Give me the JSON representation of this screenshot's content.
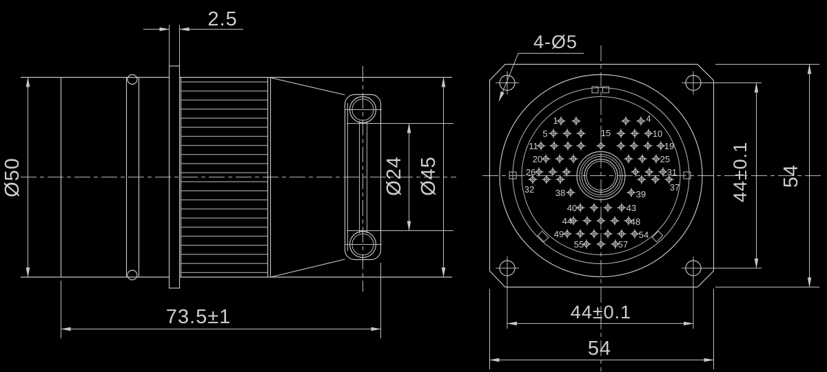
{
  "left_view": {
    "dim_flange_thickness": "2.5",
    "dim_body_diameter": "Ø50",
    "dim_slot_diameter": "Ø24",
    "dim_front_diameter": "Ø45",
    "dim_total_length": "73.5±1"
  },
  "right_view": {
    "dim_mount_holes": "4-Ø5",
    "dim_hole_pitch_h": "44±0.1",
    "dim_width": "54",
    "dim_hole_pitch_v": "44±0.1",
    "dim_height": "54",
    "pin_labels": [
      "1",
      "4",
      "5",
      "10",
      "11",
      "15",
      "19",
      "20",
      "25",
      "26",
      "31",
      "32",
      "37",
      "38",
      "39",
      "40",
      "43",
      "44",
      "48",
      "49",
      "54",
      "55",
      "57"
    ]
  }
}
